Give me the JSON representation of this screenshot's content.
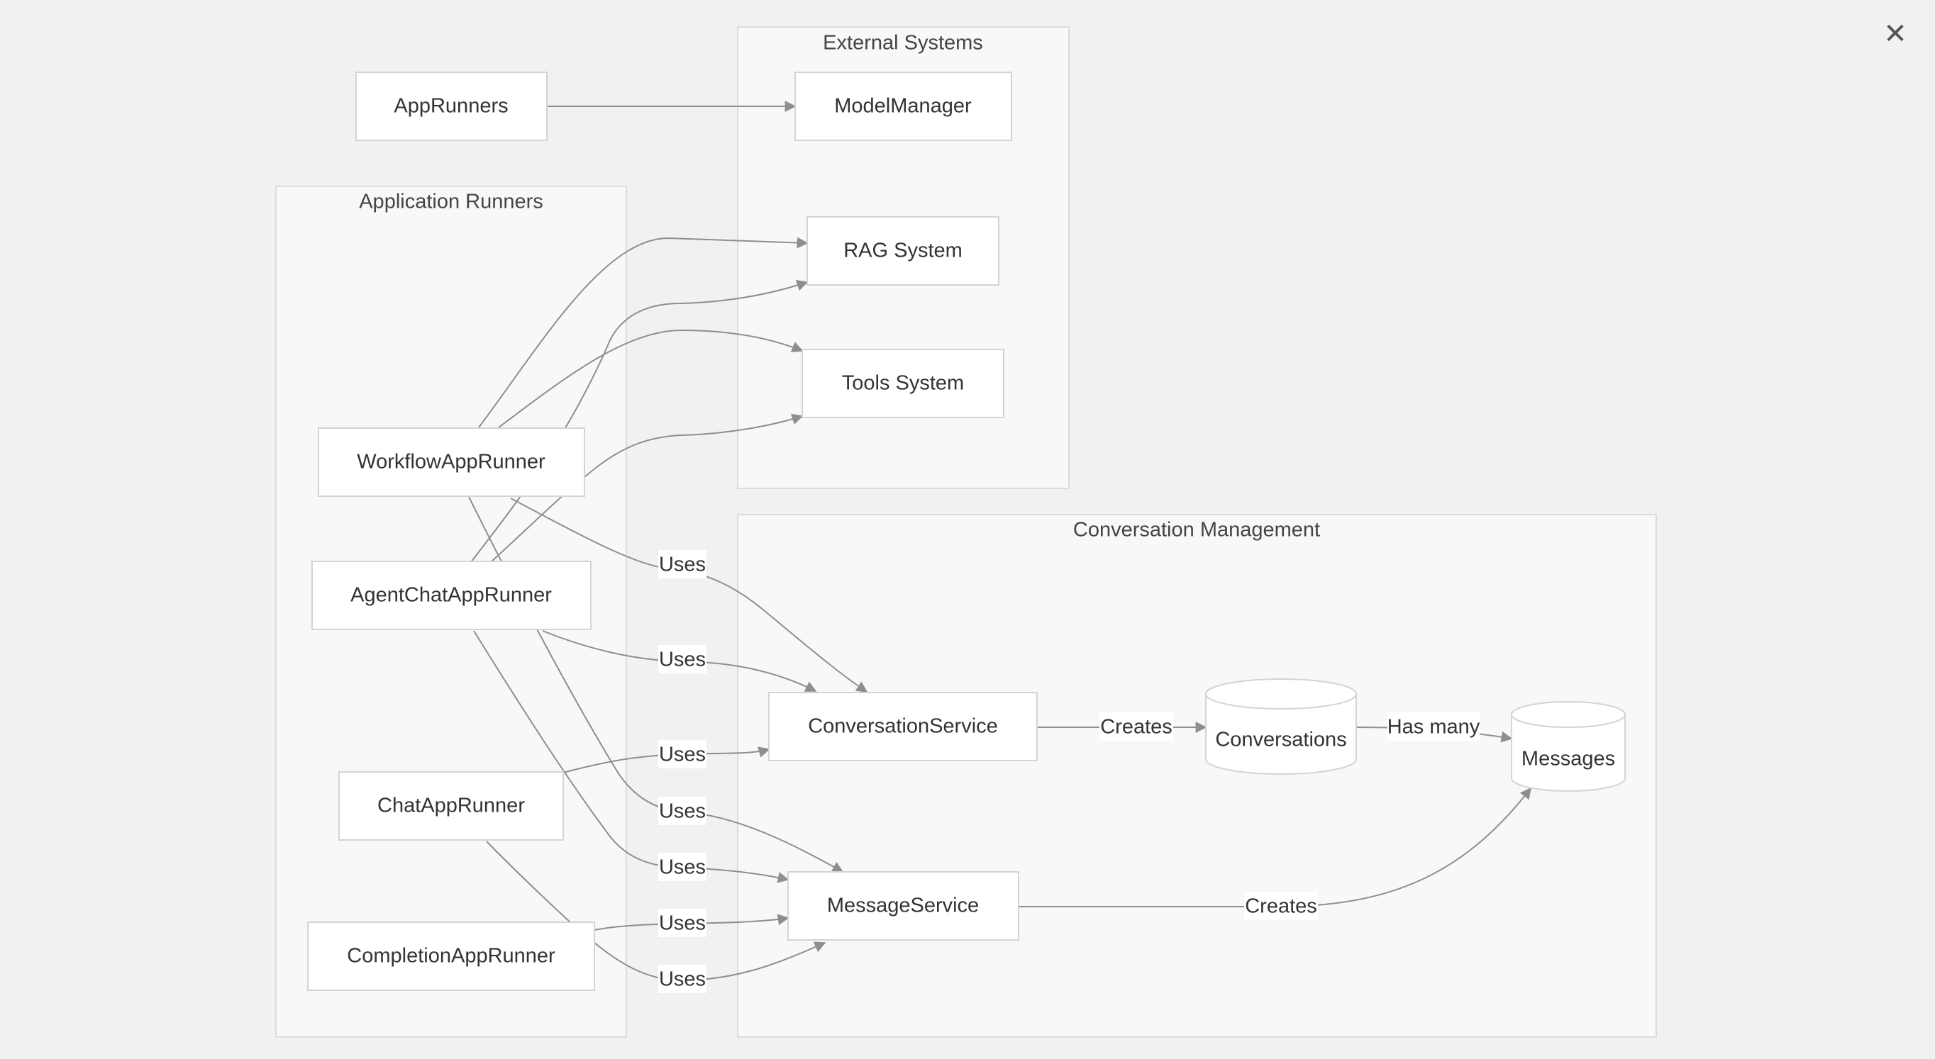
{
  "clusters": {
    "external": "External Systems",
    "runners": "Application Runners",
    "conversation": "Conversation Management"
  },
  "nodes": {
    "app_runners": "AppRunners",
    "model_manager": "ModelManager",
    "rag_system": "RAG System",
    "tools_system": "Tools System",
    "workflow_runner": "WorkflowAppRunner",
    "agent_chat_runner": "AgentChatAppRunner",
    "chat_runner": "ChatAppRunner",
    "completion_runner": "CompletionAppRunner",
    "conversation_service": "ConversationService",
    "message_service": "MessageService",
    "conversations": "Conversations",
    "messages": "Messages"
  },
  "edge_labels": {
    "workflow_conv": "Uses",
    "agent_conv": "Uses",
    "chat_conv": "Uses",
    "workflow_msg": "Uses",
    "agent_msg": "Uses",
    "chat_msg": "Uses",
    "completion_msg": "Uses",
    "creates_conversations": "Creates",
    "has_many": "Has many",
    "creates_messages": "Creates"
  },
  "close_icon": "close-icon",
  "colors": {
    "background": "#f2f1f0",
    "cluster_fill": "#f8f8f8",
    "node_fill": "#ffffff",
    "edge": "#8e8e8e"
  }
}
